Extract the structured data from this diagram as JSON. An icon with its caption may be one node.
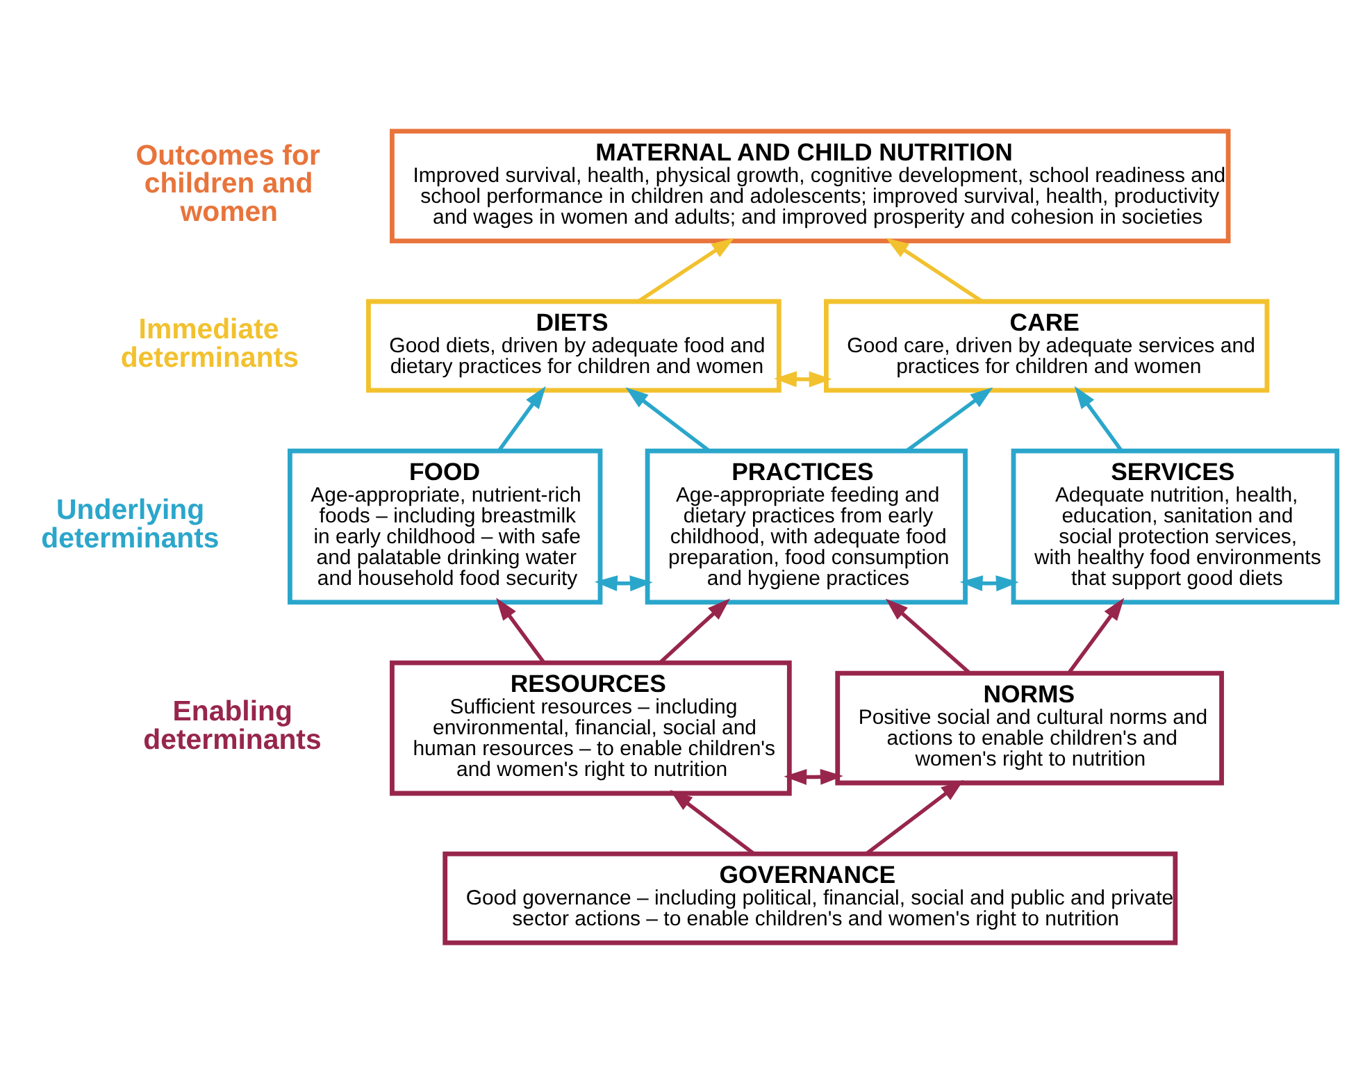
{
  "diagram": {
    "nodes": [
      {
        "text": [
          "MATERNAL AND CHILD NUTRITION",
          "Improved survival, health, physical growth, cognitive development, school readiness and school performance in children and adolescents; improved survival, health, productivity and wages in women and adults; and improved prosperity and cohesion in societies"
        ]
      },
      {
        "text": [
          "DIETS",
          "Good diets, driven by adequate food and dietary practices for children and women"
        ]
      },
      {
        "text": [
          "CARE",
          "Good care, driven by adequate services and practices for children and women"
        ]
      },
      {
        "text": [
          "FOOD",
          "Age-appropriate, nutrient-rich foods – including breastmilk in early childhood – with safe and palatable drinking water and household food security"
        ]
      },
      {
        "text": [
          "PRACTICES",
          "Age-appropriate feeding and dietary practices from early childhood, with adequate food preparation, food consumption and hygiene practices"
        ]
      },
      {
        "text": [
          "SERVICES",
          "Adequate nutrition, health, education, sanitation and social protection services, with healthy food environments that support good diets"
        ]
      },
      {
        "text": [
          "RESOURCES",
          "Sufficient resources – including environmental, financial, social and human resources – to enable children's and women's right to nutrition"
        ]
      },
      {
        "text": [
          "NORMS",
          "Positive social and cultural norms and actions to enable children's and women's right to nutrition"
        ]
      },
      {
        "text": [
          "GOVERNANCE",
          "Good governance – including political, financial, social and public and private sector actions – to enable children's and women's right to nutrition"
        ]
      }
    ],
    "edges": [
      {
        "from": 1,
        "to": 0,
        "arrow": "to",
        "color": "#f2c12e"
      },
      {
        "from": 2,
        "to": 0,
        "arrow": "to",
        "color": "#f2c12e"
      },
      {
        "from": 1,
        "to": 2,
        "arrow": "both",
        "color": "#f2c12e"
      },
      {
        "from": 3,
        "to": 1,
        "arrow": "to",
        "color": "#2ba6cb"
      },
      {
        "from": 4,
        "to": 1,
        "arrow": "to",
        "color": "#2ba6cb"
      },
      {
        "from": 4,
        "to": 2,
        "arrow": "to",
        "color": "#2ba6cb"
      },
      {
        "from": 5,
        "to": 2,
        "arrow": "to",
        "color": "#2ba6cb"
      },
      {
        "from": 3,
        "to": 4,
        "arrow": "both",
        "color": "#2ba6cb"
      },
      {
        "from": 4,
        "to": 5,
        "arrow": "both",
        "color": "#2ba6cb"
      },
      {
        "from": 6,
        "to": 3,
        "arrow": "to"
      },
      {
        "from": 6,
        "to": 4,
        "arrow": "to"
      },
      {
        "from": 7,
        "to": 4,
        "arrow": "to"
      },
      {
        "from": 7,
        "to": 5,
        "arrow": "to"
      },
      {
        "from": 6,
        "to": 7,
        "arrow": "both"
      },
      {
        "from": 8,
        "to": 6,
        "arrow": "to"
      },
      {
        "from": 8,
        "to": 7,
        "arrow": "to"
      }
    ],
    "labels": [
      "Outcomes for children and women",
      "Immediate determinants",
      "Underlying determinants",
      "Enabling determinants"
    ]
  }
}
